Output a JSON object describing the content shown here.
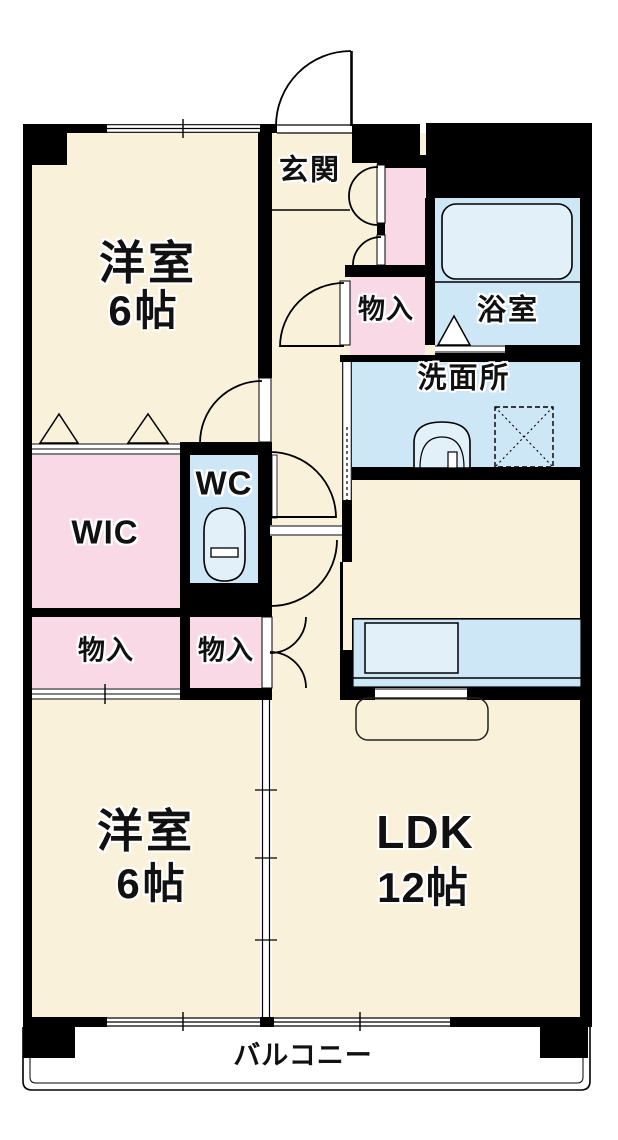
{
  "title": "2LDK apartment floor plan",
  "colors": {
    "wall": "#000000",
    "floor": "#FAF1DB",
    "closet_fill": "#F9D9E6",
    "water_area_fill": "#CEE7F6",
    "fixture_fill": "#E2F0FA",
    "background": "#FFFFFF"
  },
  "rooms": {
    "entrance": {
      "label": "玄関"
    },
    "bedroom_top": {
      "label": "洋室",
      "size": "6帖"
    },
    "hall_closet": {
      "label": "物入"
    },
    "bathroom": {
      "label": "浴室"
    },
    "washroom": {
      "label": "洗面所"
    },
    "walk_in_closet": {
      "label": "WIC"
    },
    "toilet": {
      "label": "WC"
    },
    "closet_left": {
      "label": "物入"
    },
    "closet_right": {
      "label": "物入"
    },
    "bedroom_bottom": {
      "label": "洋室",
      "size": "6帖"
    },
    "ldk": {
      "label": "LDK",
      "size": "12帖"
    },
    "balcony": {
      "label": "バルコニー"
    }
  },
  "icons": [
    "entrance-door-arc-icon",
    "bathtub-icon",
    "toilet-icon",
    "washbasin-icon",
    "washer-pan-icon",
    "kitchen-counter-icon",
    "counter-table-icon",
    "window-icon",
    "folding-door-triangle-icon"
  ]
}
